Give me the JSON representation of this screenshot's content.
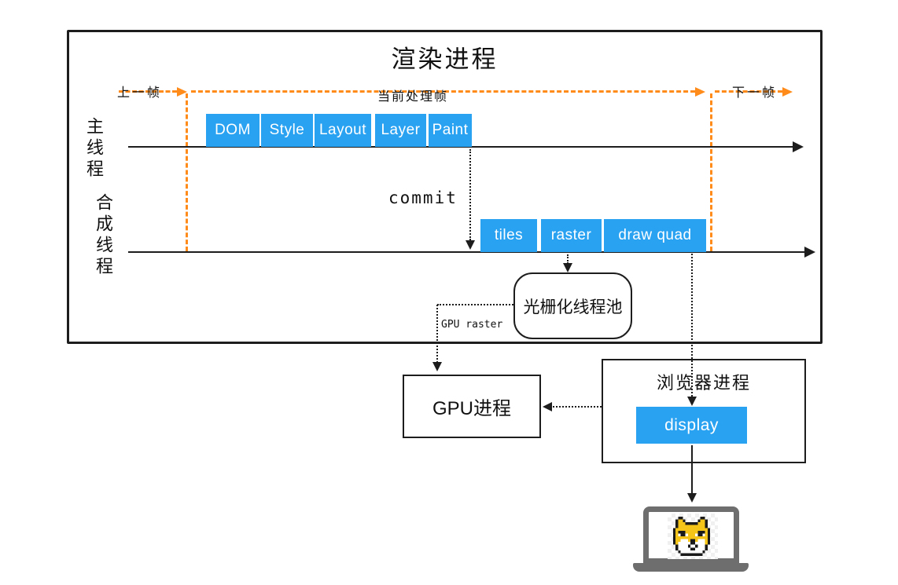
{
  "colors": {
    "accent_blue": "#2aa2f2",
    "accent_orange": "#ff8c1a",
    "ink": "#1d1d1d",
    "laptop_gray": "#6e6e6e",
    "doge_gold": "#f5c418"
  },
  "diagram": {
    "render_process": {
      "title": "渲染进程",
      "timeline": {
        "prev_frame_label": "上一帧",
        "current_frame_label": "当前处理帧",
        "next_frame_label": "下一帧"
      },
      "main_thread": {
        "label": "主线程",
        "stages": [
          "DOM",
          "Style",
          "Layout",
          "Layer",
          "Paint"
        ]
      },
      "commit_label": "commit",
      "compositor_thread": {
        "label": "合成线程",
        "stages": [
          "tiles",
          "raster",
          "draw quad"
        ]
      },
      "raster_pool_label": "光栅化线程池",
      "gpu_raster_label": "GPU raster"
    },
    "gpu_process_label": "GPU进程",
    "browser_process": {
      "label": "浏览器进程",
      "display_label": "display"
    }
  }
}
